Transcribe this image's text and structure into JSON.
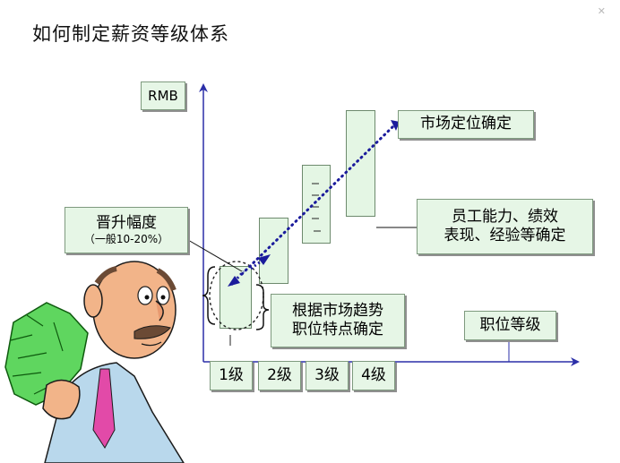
{
  "title": "如何制定薪资等级体系",
  "close_mark": "✕",
  "axes": {
    "y_label": "RMB",
    "x_label": "职位等级"
  },
  "grades": [
    {
      "label": "1级"
    },
    {
      "label": "2级"
    },
    {
      "label": "3级"
    },
    {
      "label": "4级"
    }
  ],
  "callouts": {
    "market_positioning": "市场定位确定",
    "employee_factors": [
      "员工能力、绩效",
      "表现、经验等确定"
    ],
    "promotion": {
      "heading": "晋升幅度",
      "note": "（一般10-20%）"
    },
    "market_trend": [
      "根据市场趋势",
      "职位特点确定"
    ]
  },
  "colors": {
    "axis": "#2b2fa8",
    "box_fill": "#e6f6e6",
    "box_border": "#7e9a7e",
    "trend_arrow": "#1b1b9c"
  }
}
